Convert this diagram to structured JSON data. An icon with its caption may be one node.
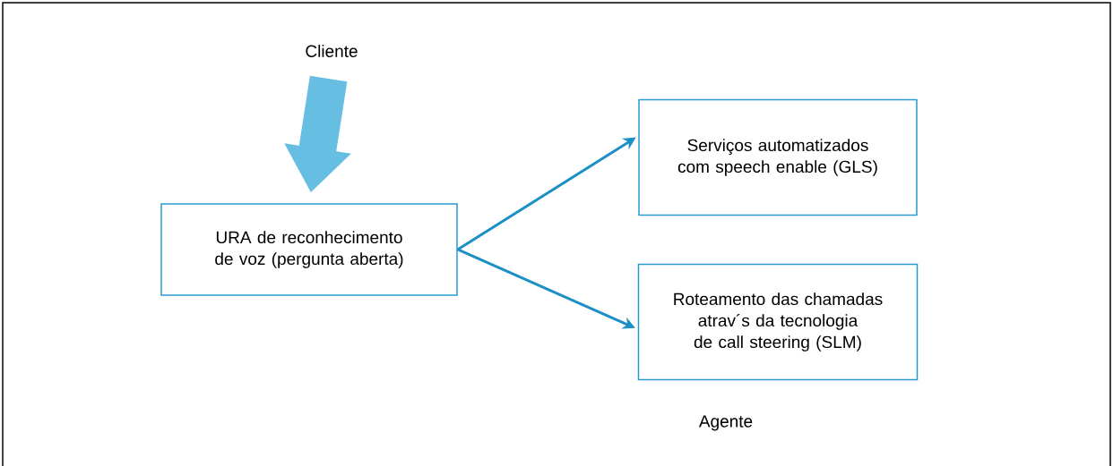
{
  "diagram": {
    "nodes": [
      {
        "text": [
          "Cliente"
        ]
      },
      {
        "text": [
          "URA de reconhecimento de voz (pergunta aberta)"
        ]
      },
      {
        "text": [
          "Serviços automatizados com speech enable (GLS)"
        ]
      },
      {
        "text": [
          "Roteamento das chamadas atrav´s da tecnologia de call steering (SLM)"
        ]
      }
    ],
    "edges": [
      {
        "from": 0,
        "to": 1,
        "arrow": "to",
        "style": "thick",
        "color": "#66bfe3"
      },
      {
        "from": 1,
        "to": 2,
        "arrow": "to"
      },
      {
        "from": 1,
        "to": 3,
        "arrow": "to"
      }
    ],
    "labels": [
      "Agente"
    ]
  }
}
